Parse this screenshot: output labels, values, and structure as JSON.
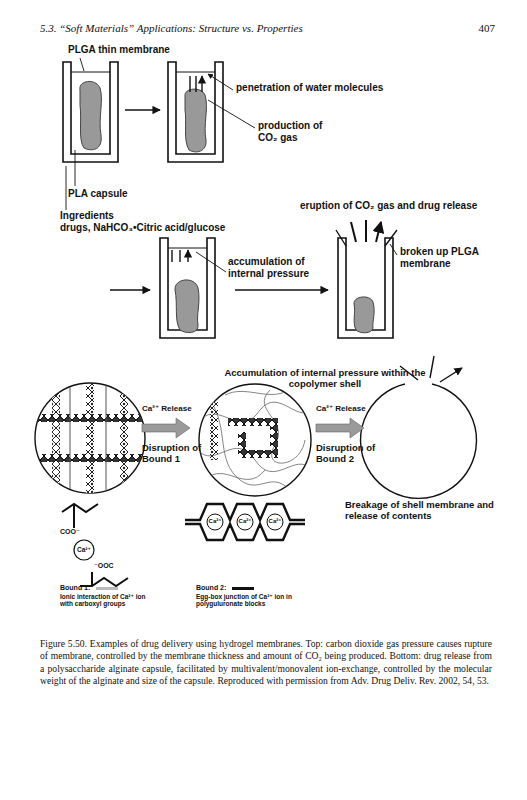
{
  "diagram": {
    "caption": "Figure 5.50. Examples of drug delivery using hydrogel membranes. Top: carbon dioxide gas pressure causes rupture of membrane, controlled by the membrane thickness and amount of CO₂ being produced. Bottom: drug release from a polysaccharide alginate capsule, facilitated by multivalent/monovalent ion-exchange, controlled by the molecular weight of the alginate and size of the capsule. Reproduced with permission from Adv. Drug Deliv. Rev. 2002, 54, 53.",
    "labels": [
      "5.3. “Soft Materials” Applications: Structure vs. Properties",
      "407",
      "PLGA thin membrane",
      "penetration of water molecules",
      "production of CO₂ gas",
      "PLA capsule",
      "Ingredients",
      "drugs, NaHCO₃•Citric acid/glucose",
      "eruption of CO₂ gas and drug release",
      "broken up PLGA membrane",
      "accumulation of internal pressure",
      "Accumulation of internal pressure within the copolymer shell",
      "Ca²⁺ Release",
      "Disruption of Bound 1",
      "Ca²⁺ Release",
      "Disruption of Bound 2",
      "Breakage of shell membrane and release of contents",
      "COO⁻",
      "Ca²⁺",
      "⁻OOC",
      "Ca²⁺",
      "Ca²⁺",
      "Ca²⁺",
      "Bound 1:",
      "Ionic interaction of Ca²⁺ ion with carboxyl groups",
      "Bound 2:",
      "Egg-box junction of Ca²⁺ ion in polyguluronate blocks"
    ]
  }
}
